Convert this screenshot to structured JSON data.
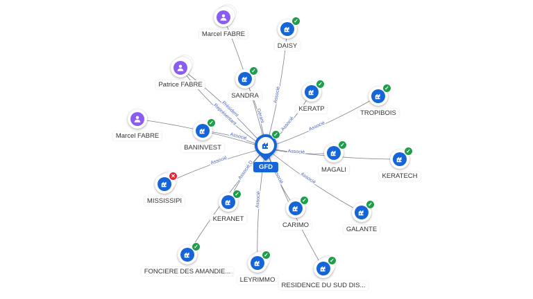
{
  "center": {
    "label": "GFD",
    "icon": "company-icon",
    "status": "ok"
  },
  "nodes": [
    {
      "id": "marcel1",
      "label": "Marcel FABRE",
      "type": "person",
      "stack": true,
      "badge": null
    },
    {
      "id": "daisy",
      "label": "DAISY",
      "type": "company",
      "stack": false,
      "badge": "ok"
    },
    {
      "id": "patrice",
      "label": "Patrice FABRE",
      "type": "person",
      "stack": true,
      "badge": null
    },
    {
      "id": "sandra",
      "label": "SANDRA",
      "type": "company",
      "stack": false,
      "badge": "ok"
    },
    {
      "id": "keratp",
      "label": "KERATP",
      "type": "company",
      "stack": false,
      "badge": "ok"
    },
    {
      "id": "tropibois",
      "label": "TROPIBOIS",
      "type": "company",
      "stack": false,
      "badge": "ok"
    },
    {
      "id": "marcel2",
      "label": "Marcel FABRE",
      "type": "person",
      "stack": false,
      "badge": null
    },
    {
      "id": "baninvest",
      "label": "BANINVEST",
      "type": "company",
      "stack": false,
      "badge": "ok"
    },
    {
      "id": "magali",
      "label": "MAGALI",
      "type": "company",
      "stack": false,
      "badge": "ok"
    },
    {
      "id": "keratech",
      "label": "KERATECH",
      "type": "company",
      "stack": false,
      "badge": "ok"
    },
    {
      "id": "mississipi",
      "label": "MISSISSIPI",
      "type": "company",
      "stack": true,
      "badge": "ko"
    },
    {
      "id": "keranet",
      "label": "KERANET",
      "type": "company",
      "stack": false,
      "badge": "ok"
    },
    {
      "id": "carimo",
      "label": "CARIMO",
      "type": "company",
      "stack": false,
      "badge": "ok"
    },
    {
      "id": "galante",
      "label": "GALANTE",
      "type": "company",
      "stack": false,
      "badge": "ok"
    },
    {
      "id": "fonciere",
      "label": "FONCIERE DES AMANDIE...",
      "type": "company",
      "stack": false,
      "badge": "ok"
    },
    {
      "id": "leyrimmo",
      "label": "LEYRIMMO",
      "type": "company",
      "stack": true,
      "badge": "ok"
    },
    {
      "id": "residence",
      "label": "RESIDENCE DU SUD DIS...",
      "type": "company",
      "stack": true,
      "badge": "ok"
    }
  ],
  "edges": [
    {
      "to": "marcel1",
      "label": ""
    },
    {
      "to": "daisy",
      "label": "Associé"
    },
    {
      "to": "patrice",
      "label": "Président"
    },
    {
      "to": "patrice",
      "label": "Représentant"
    },
    {
      "to": "sandra",
      "label": "Gérant"
    },
    {
      "to": "keratp",
      "label": "Associé"
    },
    {
      "to": "tropibois",
      "label": "Associé"
    },
    {
      "to": "marcel2",
      "label": "Pr"
    },
    {
      "to": "baninvest",
      "label": "Associé"
    },
    {
      "to": "magali",
      "label": "Associé"
    },
    {
      "to": "keratech",
      "label": ""
    },
    {
      "to": "mississipi",
      "label": "Associé"
    },
    {
      "to": "keranet",
      "label": "Associé D"
    },
    {
      "to": "carimo",
      "label": "Associé"
    },
    {
      "to": "galante",
      "label": "Associé"
    },
    {
      "to": "fonciere",
      "label": ""
    },
    {
      "to": "leyrimmo",
      "label": "Associé"
    },
    {
      "to": "residence",
      "label": ""
    }
  ],
  "colors": {
    "company": "#1565d8",
    "person": "#8a5cf0",
    "ok": "#1e9e4a",
    "ko": "#e0263a",
    "edge": "#7a7f8c",
    "edge_label": "#4a63b8"
  }
}
